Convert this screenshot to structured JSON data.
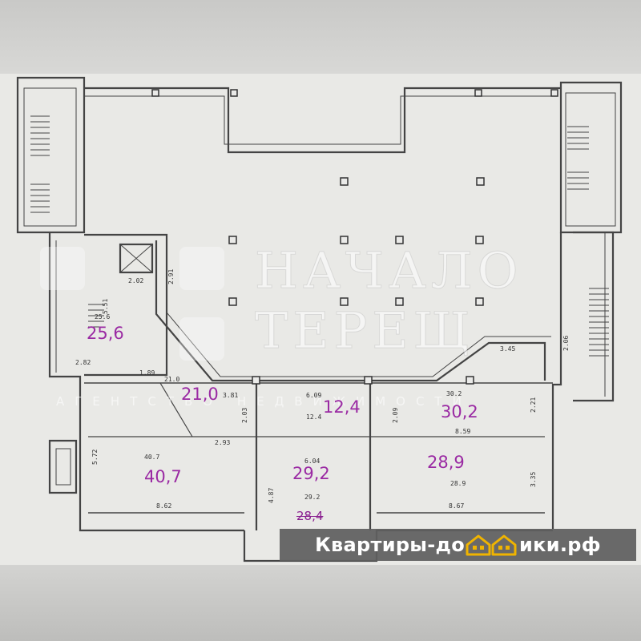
{
  "colors": {
    "wall": "#444444",
    "area_labels": "#9a2aa3",
    "banner_bg": "#5f5f5f",
    "banner_text": "#ffffff",
    "house_icon": "#f0b400"
  },
  "rooms": [
    {
      "area": "25,6"
    },
    {
      "area": "21,0"
    },
    {
      "area": "12,4"
    },
    {
      "area": "30,2"
    },
    {
      "area": "40,7"
    },
    {
      "area": "29,2"
    },
    {
      "area": "28,9"
    },
    {
      "area": "28,4",
      "crossed": true
    }
  ],
  "dimensions": [
    "5.51",
    "1.89",
    "2.82",
    "25.6",
    "2.02",
    "2.91",
    "3.81",
    "21.0",
    "2.03",
    "6.09",
    "12.4",
    "2.09",
    "30.2",
    "2.21",
    "3.45",
    "2.06",
    "2.93",
    "8.59",
    "5.72",
    "40.7",
    "6.04",
    "29.2",
    "28.9",
    "3.35",
    "4.87",
    "8.62",
    "8.67"
  ],
  "watermark": {
    "agency_name": "НАЧАЛО\nТЕРЕЩ",
    "agency_tagline": "АГЕНТСТВО НЕДВИЖИМОСТИ"
  },
  "brand": {
    "before_icon": "Квартиры-до",
    "after_icon": "ики.рф",
    "icon": "houses-icon"
  }
}
